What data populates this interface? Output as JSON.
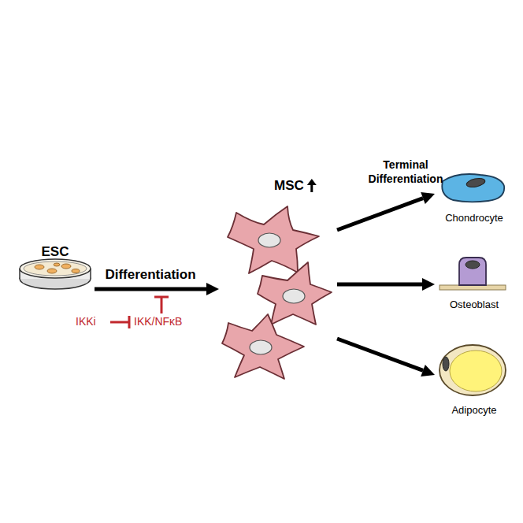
{
  "diagram": {
    "nodes": [
      {
        "text": [
          "ESC"
        ]
      },
      {
        "text": [
          "MSC"
        ]
      },
      {
        "text": [
          "Chondrocyte"
        ]
      },
      {
        "text": [
          "Osteoblast"
        ]
      },
      {
        "text": [
          "Adipocyte"
        ]
      }
    ],
    "edges": [
      {
        "from": 0,
        "to": 1,
        "arrow": "to",
        "label": "Differentiation"
      },
      {
        "from": 1,
        "to": 2,
        "arrow": "to"
      },
      {
        "from": 1,
        "to": 3,
        "arrow": "to"
      },
      {
        "from": 1,
        "to": 4,
        "arrow": "to"
      }
    ],
    "labels": [
      "IKKi",
      "IKK/NFκB",
      "Terminal Differentiation"
    ]
  }
}
